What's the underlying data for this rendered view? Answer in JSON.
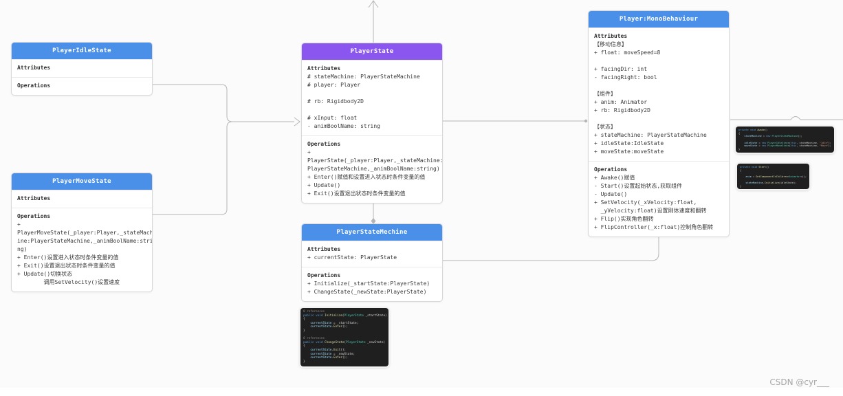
{
  "watermark": "CSDN @cyr___",
  "colors": {
    "header_blue": "#4b90e8",
    "header_purple": "#8b55f0",
    "connector_gray": "#b5b5b5",
    "code_background": "#1f1f1f"
  },
  "classes": [
    {
      "title": "PlayerIdleState",
      "header": "header_blue",
      "sections": [
        {
          "label": "Attributes",
          "lines": []
        },
        {
          "label": "Operations",
          "lines": []
        }
      ]
    },
    {
      "title": "PlayerMoveState",
      "header": "header_blue",
      "sections": [
        {
          "label": "Attributes",
          "lines": []
        },
        {
          "label": "Operations",
          "lines": [
            "+",
            "PlayerMoveState(_player:Player,_stateMach",
            "ine:PlayerStateMachine,_animBoolName:stri",
            "ng)",
            "+ Enter()设置进入状态时条件变量的值",
            "+ Exit()设置退出状态时条件变量的值",
            "+ Update()切换状态",
            "        调用SetVelocity()设置速度"
          ]
        }
      ]
    },
    {
      "title": "PlayerState",
      "header": "header_purple",
      "sections": [
        {
          "label": "Attributes",
          "lines": [
            "# stateMachine: PlayerStateMachine",
            "# player: Player",
            "",
            "# rb: Rigidbody2D",
            "",
            "# xInput: float",
            "- animBoolName: string"
          ]
        },
        {
          "label": "Operations",
          "lines": [
            "+",
            "PlayerState(_player:Player,_stateMachine:",
            "PlayerStateMachine,_animBoolName:string)",
            "+ Enter()赋值和设置进入状态时条件变量的值",
            "+ Update()",
            "+ Exit()设置退出状态时条件变量的值"
          ]
        }
      ]
    },
    {
      "title": "PlayerStateMechine",
      "header": "header_blue",
      "sections": [
        {
          "label": "Attributes",
          "lines": [
            "+ currentState: PlayerState"
          ]
        },
        {
          "label": "Operations",
          "lines": [
            "+ Initialize(_startState:PlayerState)",
            "+ ChangeState(_newState:PlayerState)"
          ]
        }
      ]
    },
    {
      "title": "Player:MonoBehaviour",
      "header": "header_blue",
      "sections": [
        {
          "label": "Attributes",
          "lines": [
            "【移动信息】",
            "+ float: moveSpeed=8",
            "",
            "+ facingDir: int",
            "- facingRight: bool",
            "",
            "【组件】",
            "+ anim: Animator",
            "+ rb: Rigidbody2D",
            "",
            "【状态】",
            "+ stateMachine: PlayerStateMachine",
            "+ idleState:IdleState",
            "+ moveState:moveState"
          ]
        },
        {
          "label": "Operations",
          "lines": [
            "+ Awake()赋值",
            "- Start()设置起始状态,获取组件",
            "- Update()",
            "+ SetVelocity(_xVelocity:float,",
            "  _yVelocity:float)设置刚体速度和翻转",
            "+ Flip()实现角色翻转",
            "+ FlipController(_x:float)控制角色翻转"
          ]
        }
      ]
    }
  ],
  "code_snippets": [
    {
      "name": "awake-method",
      "lines": [
        [
          [
            "private ",
            "kw"
          ],
          [
            "void ",
            "kw"
          ],
          [
            "Awake",
            "fn"
          ],
          [
            "()",
            "pl"
          ]
        ],
        [
          [
            "{",
            "pl"
          ]
        ],
        [
          [
            "    stateMachine ",
            "var"
          ],
          [
            "= ",
            "pl"
          ],
          [
            "new ",
            "kw"
          ],
          [
            "PlayerStateMachine",
            "type"
          ],
          [
            "();",
            "pl"
          ]
        ],
        [],
        [
          [
            "    idleState ",
            "var"
          ],
          [
            "= ",
            "pl"
          ],
          [
            "new ",
            "kw"
          ],
          [
            "PlayerIdleState",
            "type"
          ],
          [
            "(",
            "pl"
          ],
          [
            "this",
            "kw"
          ],
          [
            ", stateMachine, ",
            "pl"
          ],
          [
            "\"Idle\"",
            "str"
          ],
          [
            ");",
            "pl"
          ]
        ],
        [
          [
            "    moveState ",
            "var"
          ],
          [
            "= ",
            "pl"
          ],
          [
            "new ",
            "kw"
          ],
          [
            "PlayerMoveState",
            "type"
          ],
          [
            "(",
            "pl"
          ],
          [
            "this",
            "kw"
          ],
          [
            ", stateMachine, ",
            "pl"
          ],
          [
            "\"Move\"",
            "str"
          ],
          [
            ");",
            "pl"
          ]
        ],
        [
          [
            "}",
            "pl"
          ]
        ]
      ]
    },
    {
      "name": "start-method",
      "lines": [
        [
          [
            "private ",
            "kw"
          ],
          [
            "void ",
            "kw"
          ],
          [
            "Start",
            "fn"
          ],
          [
            "()",
            "pl"
          ]
        ],
        [
          [
            "{",
            "pl"
          ]
        ],
        [],
        [
          [
            "    anim ",
            "var"
          ],
          [
            "= ",
            "pl"
          ],
          [
            "GetComponentInChildren",
            "fn"
          ],
          [
            "<",
            "pl"
          ],
          [
            "Animator",
            "type"
          ],
          [
            ">();",
            "pl"
          ]
        ],
        [],
        [
          [
            "    stateMachine",
            "var"
          ],
          [
            ".",
            "pl"
          ],
          [
            "Initialize",
            "fn"
          ],
          [
            "(idleState);",
            "pl"
          ]
        ],
        [
          [
            "}",
            "pl"
          ]
        ]
      ]
    },
    {
      "name": "statemachine-methods",
      "lines": [
        [
          [
            "0 references",
            "ref"
          ]
        ],
        [
          [
            "public ",
            "kw"
          ],
          [
            "void ",
            "kw"
          ],
          [
            "Initialize",
            "fn"
          ],
          [
            "(",
            "pl"
          ],
          [
            "PlayerState",
            "type"
          ],
          [
            " _startState)",
            "pl"
          ]
        ],
        [
          [
            "{",
            "pl"
          ]
        ],
        [
          [
            "    currentState ",
            "var"
          ],
          [
            "= _startState;",
            "pl"
          ]
        ],
        [
          [
            "    currentState",
            "var"
          ],
          [
            ".",
            "pl"
          ],
          [
            "Enter",
            "fn"
          ],
          [
            "();",
            "pl"
          ]
        ],
        [
          [
            "}",
            "pl"
          ]
        ],
        [],
        [
          [
            "0 references",
            "ref"
          ]
        ],
        [
          [
            "public ",
            "kw"
          ],
          [
            "void ",
            "kw"
          ],
          [
            "ChangeState",
            "fn"
          ],
          [
            "(",
            "pl"
          ],
          [
            "PlayerState",
            "type"
          ],
          [
            " _newState)",
            "pl"
          ]
        ],
        [
          [
            "{",
            "pl"
          ]
        ],
        [
          [
            "    currentState",
            "var"
          ],
          [
            ".",
            "pl"
          ],
          [
            "Exit",
            "fn"
          ],
          [
            "();",
            "pl"
          ]
        ],
        [
          [
            "    currentState ",
            "var"
          ],
          [
            "= _newState;",
            "pl"
          ]
        ],
        [
          [
            "    currentState",
            "var"
          ],
          [
            ".",
            "pl"
          ],
          [
            "Enter",
            "fn"
          ],
          [
            "();",
            "pl"
          ]
        ],
        [
          [
            "}",
            "pl"
          ]
        ]
      ]
    }
  ]
}
